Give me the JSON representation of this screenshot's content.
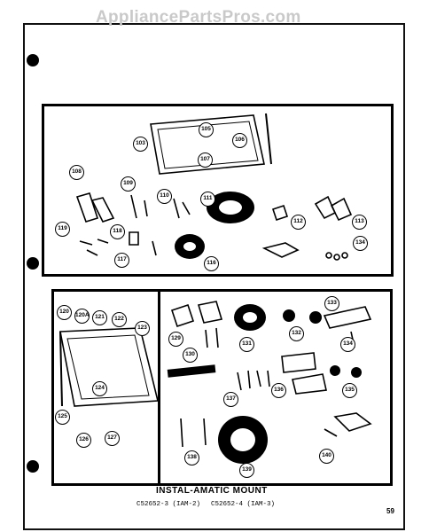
{
  "watermark": "AppliancePartsPros.com",
  "title": "INSTAL-AMATIC MOUNT",
  "models": [
    "C52652-3 (IAM-2)",
    "C52652-4 (IAM-3)"
  ],
  "page_number": "59",
  "upper_panel": {
    "callouts": [
      "103",
      "105",
      "106",
      "107",
      "108",
      "109",
      "110",
      "111",
      "112",
      "113",
      "116",
      "117",
      "118",
      "119",
      "134"
    ]
  },
  "lower_left_panel": {
    "callouts": [
      "120",
      "120A",
      "121",
      "122",
      "123",
      "124",
      "125",
      "126",
      "127"
    ]
  },
  "lower_right_panel": {
    "callouts": [
      "129",
      "130",
      "131",
      "132",
      "133",
      "134",
      "135",
      "136",
      "137",
      "138",
      "139",
      "140"
    ]
  }
}
